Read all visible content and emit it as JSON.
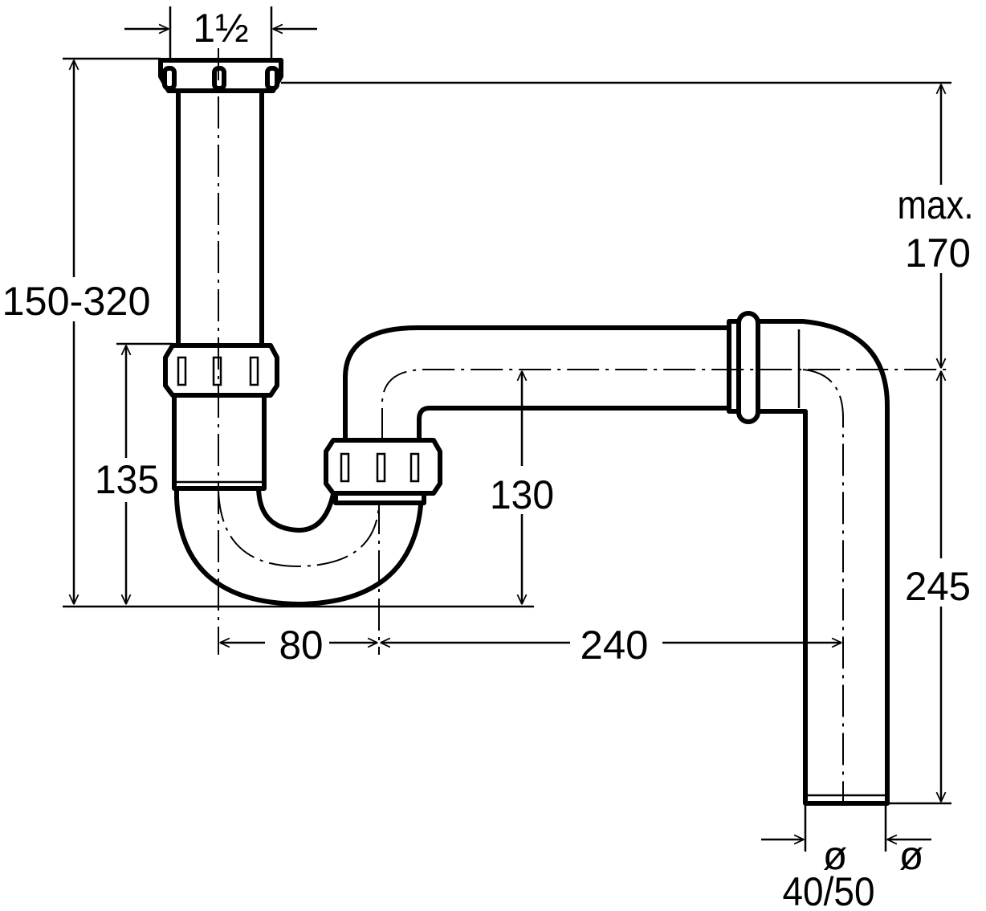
{
  "title": "Siphon dimension drawing",
  "dimensions": {
    "inlet_size": "1½",
    "total_height": "150-320",
    "max_depth_label": "max.",
    "max_depth_value": "170",
    "trap_height": "135",
    "outlet_height": "130",
    "trap_width": "80",
    "outlet_length": "240",
    "outlet_drop": "245",
    "outlet_diameter": "40/50",
    "diameter_symbol": "ø"
  }
}
